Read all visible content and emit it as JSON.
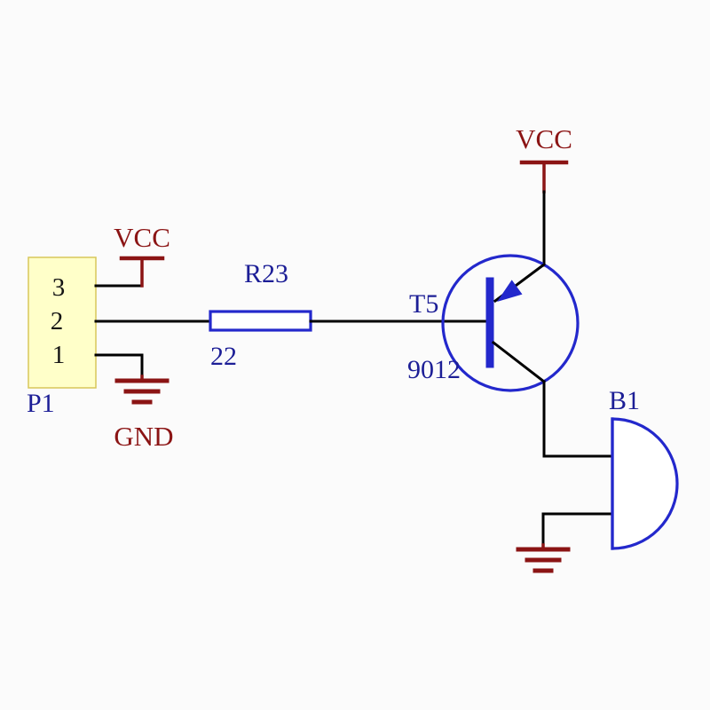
{
  "diagram": {
    "type": "circuit-schematic",
    "colors": {
      "background": "#fbfbfb",
      "wire": "#000000",
      "power": "#8b1414",
      "component": "#2328cc",
      "component_text": "#1c1e96",
      "pin_text": "#141414",
      "connector_fill": "#ffffc9",
      "connector_border": "#d8c75a"
    },
    "labels": {
      "vcc_top": "VCC",
      "vcc_connector": "VCC",
      "gnd_connector": "GND",
      "resistor_ref": "R23",
      "resistor_value": "22",
      "transistor_ref": "T5",
      "transistor_value": "9012",
      "connector_ref": "P1",
      "buzzer_ref": "B1",
      "connector_pins": [
        "3",
        "2",
        "1"
      ]
    }
  }
}
